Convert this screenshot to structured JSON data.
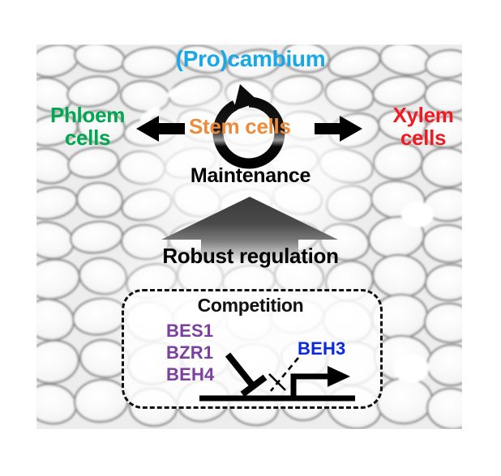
{
  "figure": {
    "type": "graphical-abstract",
    "background_image": "plant-vascular-tissue-micrograph"
  },
  "labels": {
    "procambium": "(Pro)cambium",
    "phloem": "Phloem cells",
    "xylem": "Xylem cells",
    "stem_cells": "Stem cells",
    "maintenance": "Maintenance",
    "robust_regulation": "Robust regulation",
    "competition": "Competition",
    "beh3": "BEH3"
  },
  "transcription_factors": [
    "BES1",
    "BZR1",
    "BEH4"
  ],
  "icons": {
    "cycle_arrow": "circular-arrow-icon",
    "left_arrow": "arrow-left-icon",
    "right_arrow": "arrow-right-icon",
    "up_arrow": "arrow-up-gradient-icon",
    "repression_bar": "t-bar-repression-icon",
    "blocked_dashed": "dashed-blocked-link-icon",
    "promoter_arrow": "promoter-tss-arrow-icon",
    "dna_line": "dna-strand-icon"
  },
  "colors": {
    "procambium": "#18A8E8",
    "phloem": "#00A650",
    "xylem": "#EE1B22",
    "stem_cells": "#ED8B3C",
    "competition_title": "#111111",
    "tf_purple": "#7B3F9E",
    "beh3_blue": "#0A28E0",
    "arrow_black": "#000000",
    "box_border": "#111111"
  }
}
